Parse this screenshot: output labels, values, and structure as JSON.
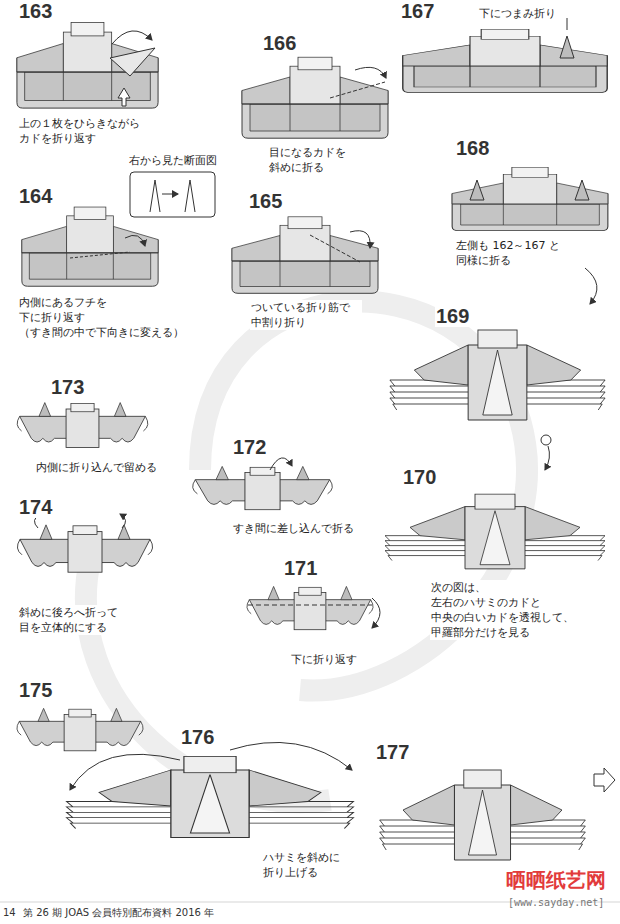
{
  "diagram": {
    "labels": [
      "163",
      "上の１枚をひらきながら カドを折り返す",
      "166",
      "目になるカドを 斜めに折る",
      "167",
      "下につまみ折り",
      "右から見た断面図",
      "164",
      "内側にあるフチを 下に折り返す （すき間の中で下向きに変える）",
      "165",
      "ついている折り筋で 中割り折り",
      "168",
      "左側も 162～167 と 同様に折る",
      "169",
      "173",
      "内側に折り込んで留める",
      "172",
      "すき間に差し込んで折る",
      "170",
      "次の図は、 左右のハサミのカドと 中央の白いカドを透視して、 甲羅部分だけを見る",
      "174",
      "斜めに後ろへ折って 目を立体的にする",
      "171",
      "下に折り返す",
      "175",
      "176",
      "ハサミを斜めに 折り上げる",
      "177",
      "14",
      "第 26 期 JOAS 会員特別配布資料 2016 年",
      "晒晒纸艺网",
      "[www.sayday.net]"
    ]
  }
}
